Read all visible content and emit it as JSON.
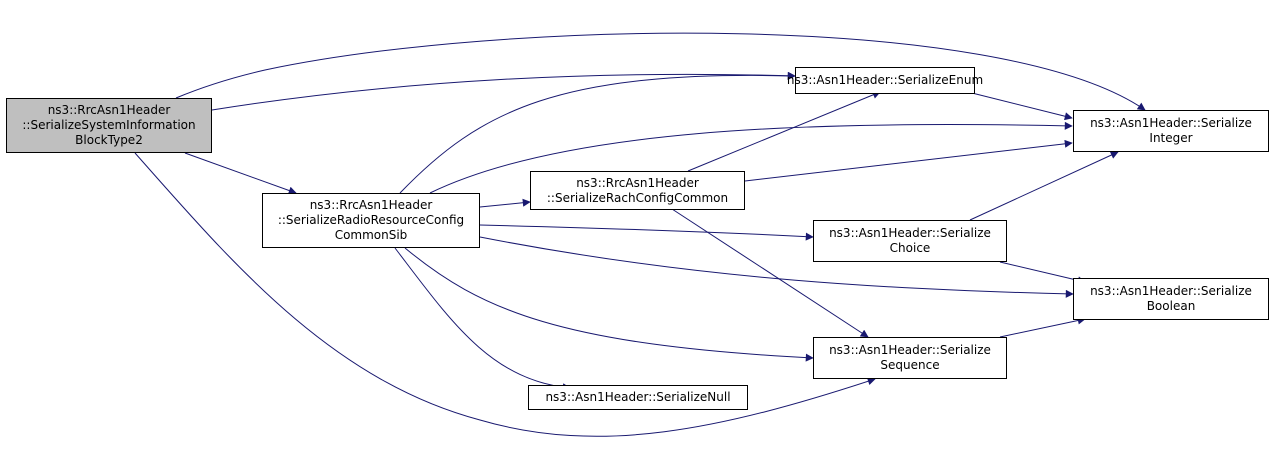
{
  "colors": {
    "edge": "#191970",
    "root_fill": "#bfbfbf",
    "node_fill": "#ffffff",
    "border": "#000000"
  },
  "nodes": {
    "root": [
      "ns3::RrcAsn1Header",
      "::SerializeSystemInformation",
      "BlockType2"
    ],
    "radio": [
      "ns3::RrcAsn1Header",
      "::SerializeRadioResourceConfig",
      "CommonSib"
    ],
    "rach": [
      "ns3::RrcAsn1Header",
      "::SerializeRachConfigCommon"
    ],
    "null": [
      "ns3::Asn1Header::SerializeNull"
    ],
    "enum": [
      "ns3::Asn1Header::SerializeEnum"
    ],
    "choice": [
      "ns3::Asn1Header::Serialize",
      "Choice"
    ],
    "sequence": [
      "ns3::Asn1Header::Serialize",
      "Sequence"
    ],
    "integer": [
      "ns3::Asn1Header::Serialize",
      "Integer"
    ],
    "boolean": [
      "ns3::Asn1Header::Serialize",
      "Boolean"
    ]
  }
}
